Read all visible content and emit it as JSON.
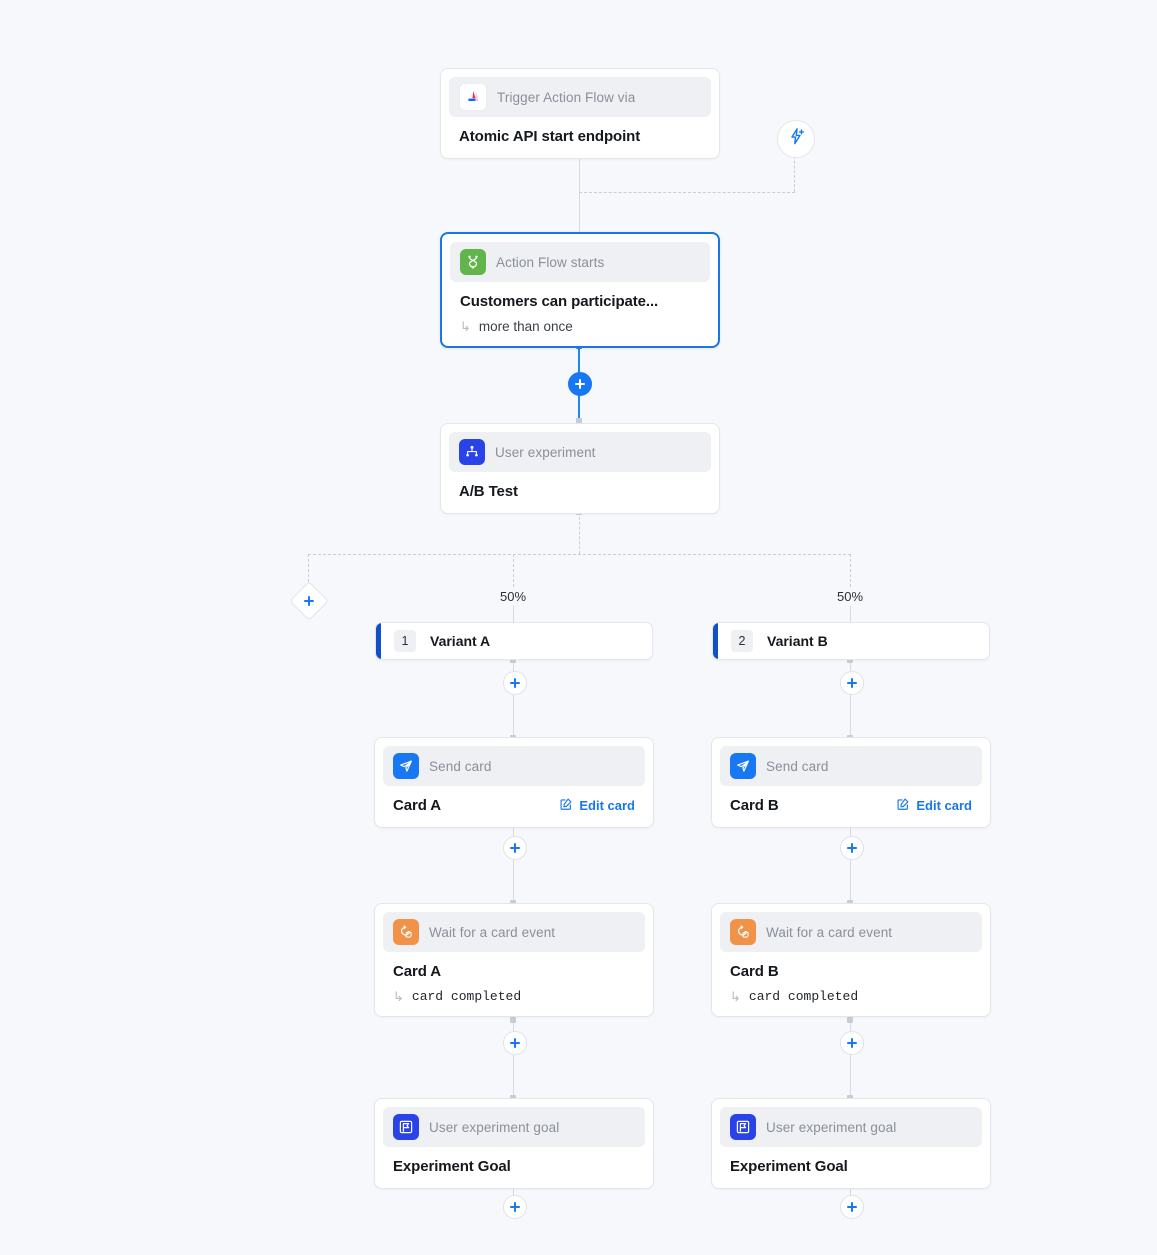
{
  "canvas": {
    "background": "#f7f8fb",
    "accent_blue": "#1877f2",
    "variant_accent": "#1051c8"
  },
  "toolbar": {
    "add_trigger_icon": "lightning-plus-icon",
    "add_branch_icon": "plus-diamond-icon"
  },
  "flow": {
    "trigger": {
      "icon": "atomic-logo-icon",
      "label": "Trigger Action Flow via",
      "title": "Atomic API start endpoint"
    },
    "start": {
      "icon": "flow-start-icon",
      "label": "Action Flow starts",
      "title": "Customers can participate...",
      "sub_arrow": "↳",
      "sub": "more than once"
    },
    "experiment": {
      "icon": "user-experiment-icon",
      "label": "User experiment",
      "title": "A/B Test"
    },
    "split": {
      "left_percent": "50%",
      "right_percent": "50%"
    },
    "branches": [
      {
        "variant": {
          "number": "1",
          "label": "Variant A"
        },
        "send": {
          "icon": "send-card-icon",
          "label": "Send card",
          "title": "Card A",
          "action_label": "Edit card",
          "action_icon": "pencil-square-icon"
        },
        "wait": {
          "icon": "wait-card-event-icon",
          "label": "Wait for a card event",
          "title": "Card A",
          "sub_arrow": "↳",
          "sub": "card completed"
        },
        "goal": {
          "icon": "experiment-goal-icon",
          "label": "User experiment goal",
          "title": "Experiment Goal"
        }
      },
      {
        "variant": {
          "number": "2",
          "label": "Variant B"
        },
        "send": {
          "icon": "send-card-icon",
          "label": "Send card",
          "title": "Card B",
          "action_label": "Edit card",
          "action_icon": "pencil-square-icon"
        },
        "wait": {
          "icon": "wait-card-event-icon",
          "label": "Wait for a card event",
          "title": "Card B",
          "sub_arrow": "↳",
          "sub": "card completed"
        },
        "goal": {
          "icon": "experiment-goal-icon",
          "label": "User experiment goal",
          "title": "Experiment Goal"
        }
      }
    ]
  }
}
